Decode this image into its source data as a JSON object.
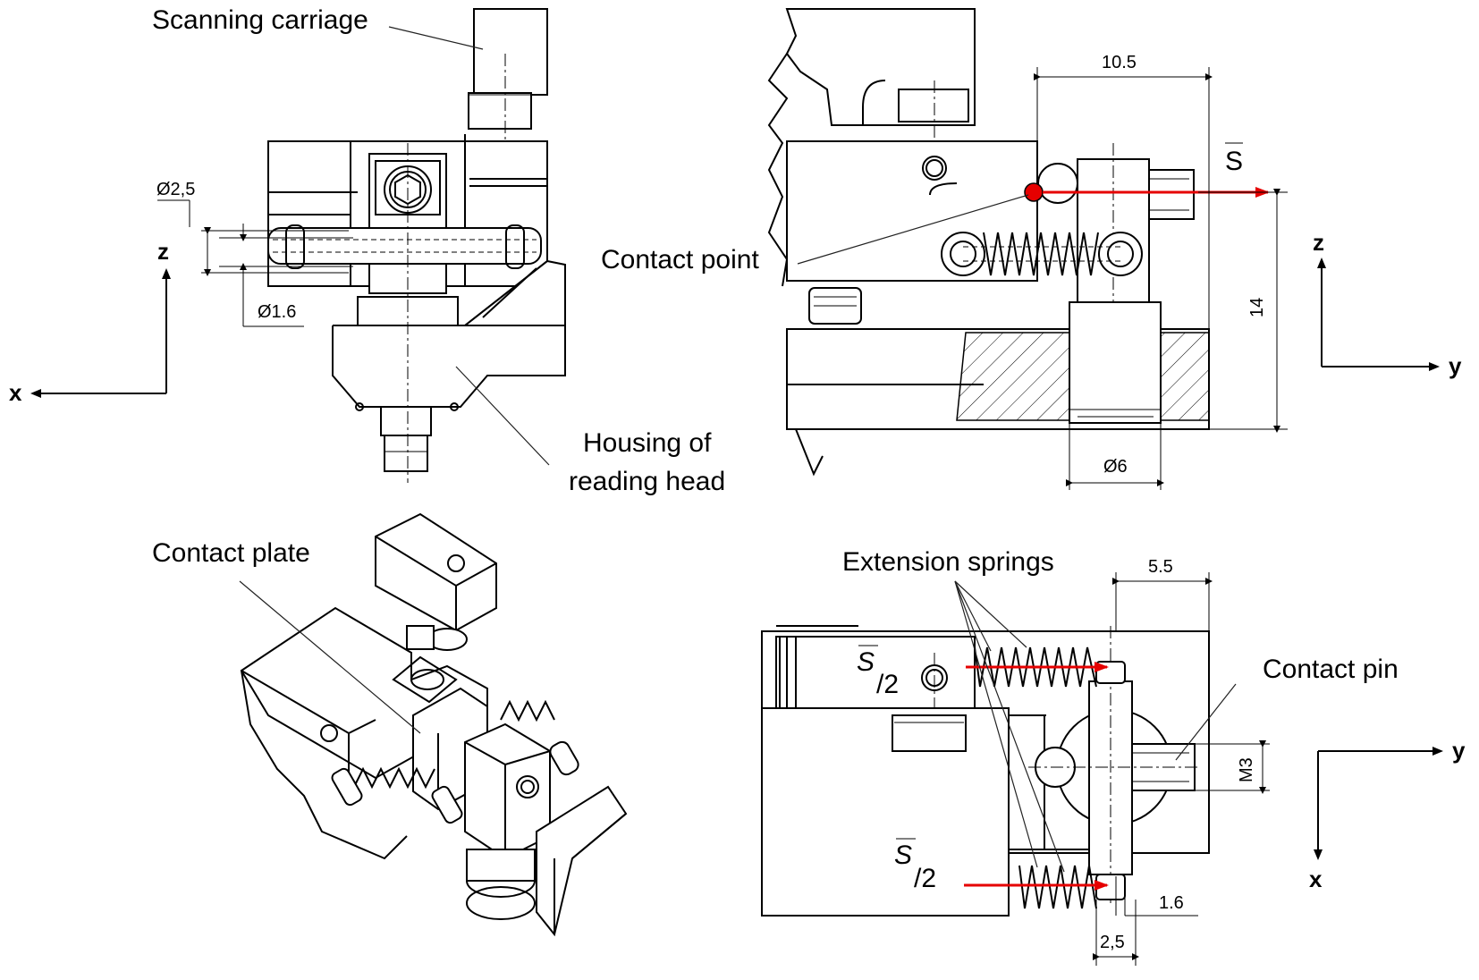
{
  "labels": {
    "scanning_carriage": "Scanning carriage",
    "contact_point": "Contact point",
    "housing_line1": "Housing of",
    "housing_line2": "reading head",
    "contact_plate": "Contact plate",
    "extension_springs": "Extension springs",
    "contact_pin": "Contact pin"
  },
  "dimensions": {
    "d2_5": "Ø2,5",
    "d1_6": "Ø1.6",
    "d10_5": "10.5",
    "d14": "14",
    "d6": "Ø6",
    "d5_5": "5.5",
    "m3": "M3",
    "d1_6b": "1.6",
    "d2_5b": "2,5"
  },
  "forces": {
    "s": "S",
    "s_half_num": "S",
    "s_half_den": "/2"
  },
  "axes": {
    "front": {
      "vertical": "z",
      "horizontal": "x"
    },
    "side": {
      "vertical": "z",
      "horizontal": "y"
    },
    "top": {
      "vertical": "x",
      "horizontal": "y"
    }
  },
  "colors": {
    "force_arrow": "#e60000",
    "line": "#000000"
  }
}
